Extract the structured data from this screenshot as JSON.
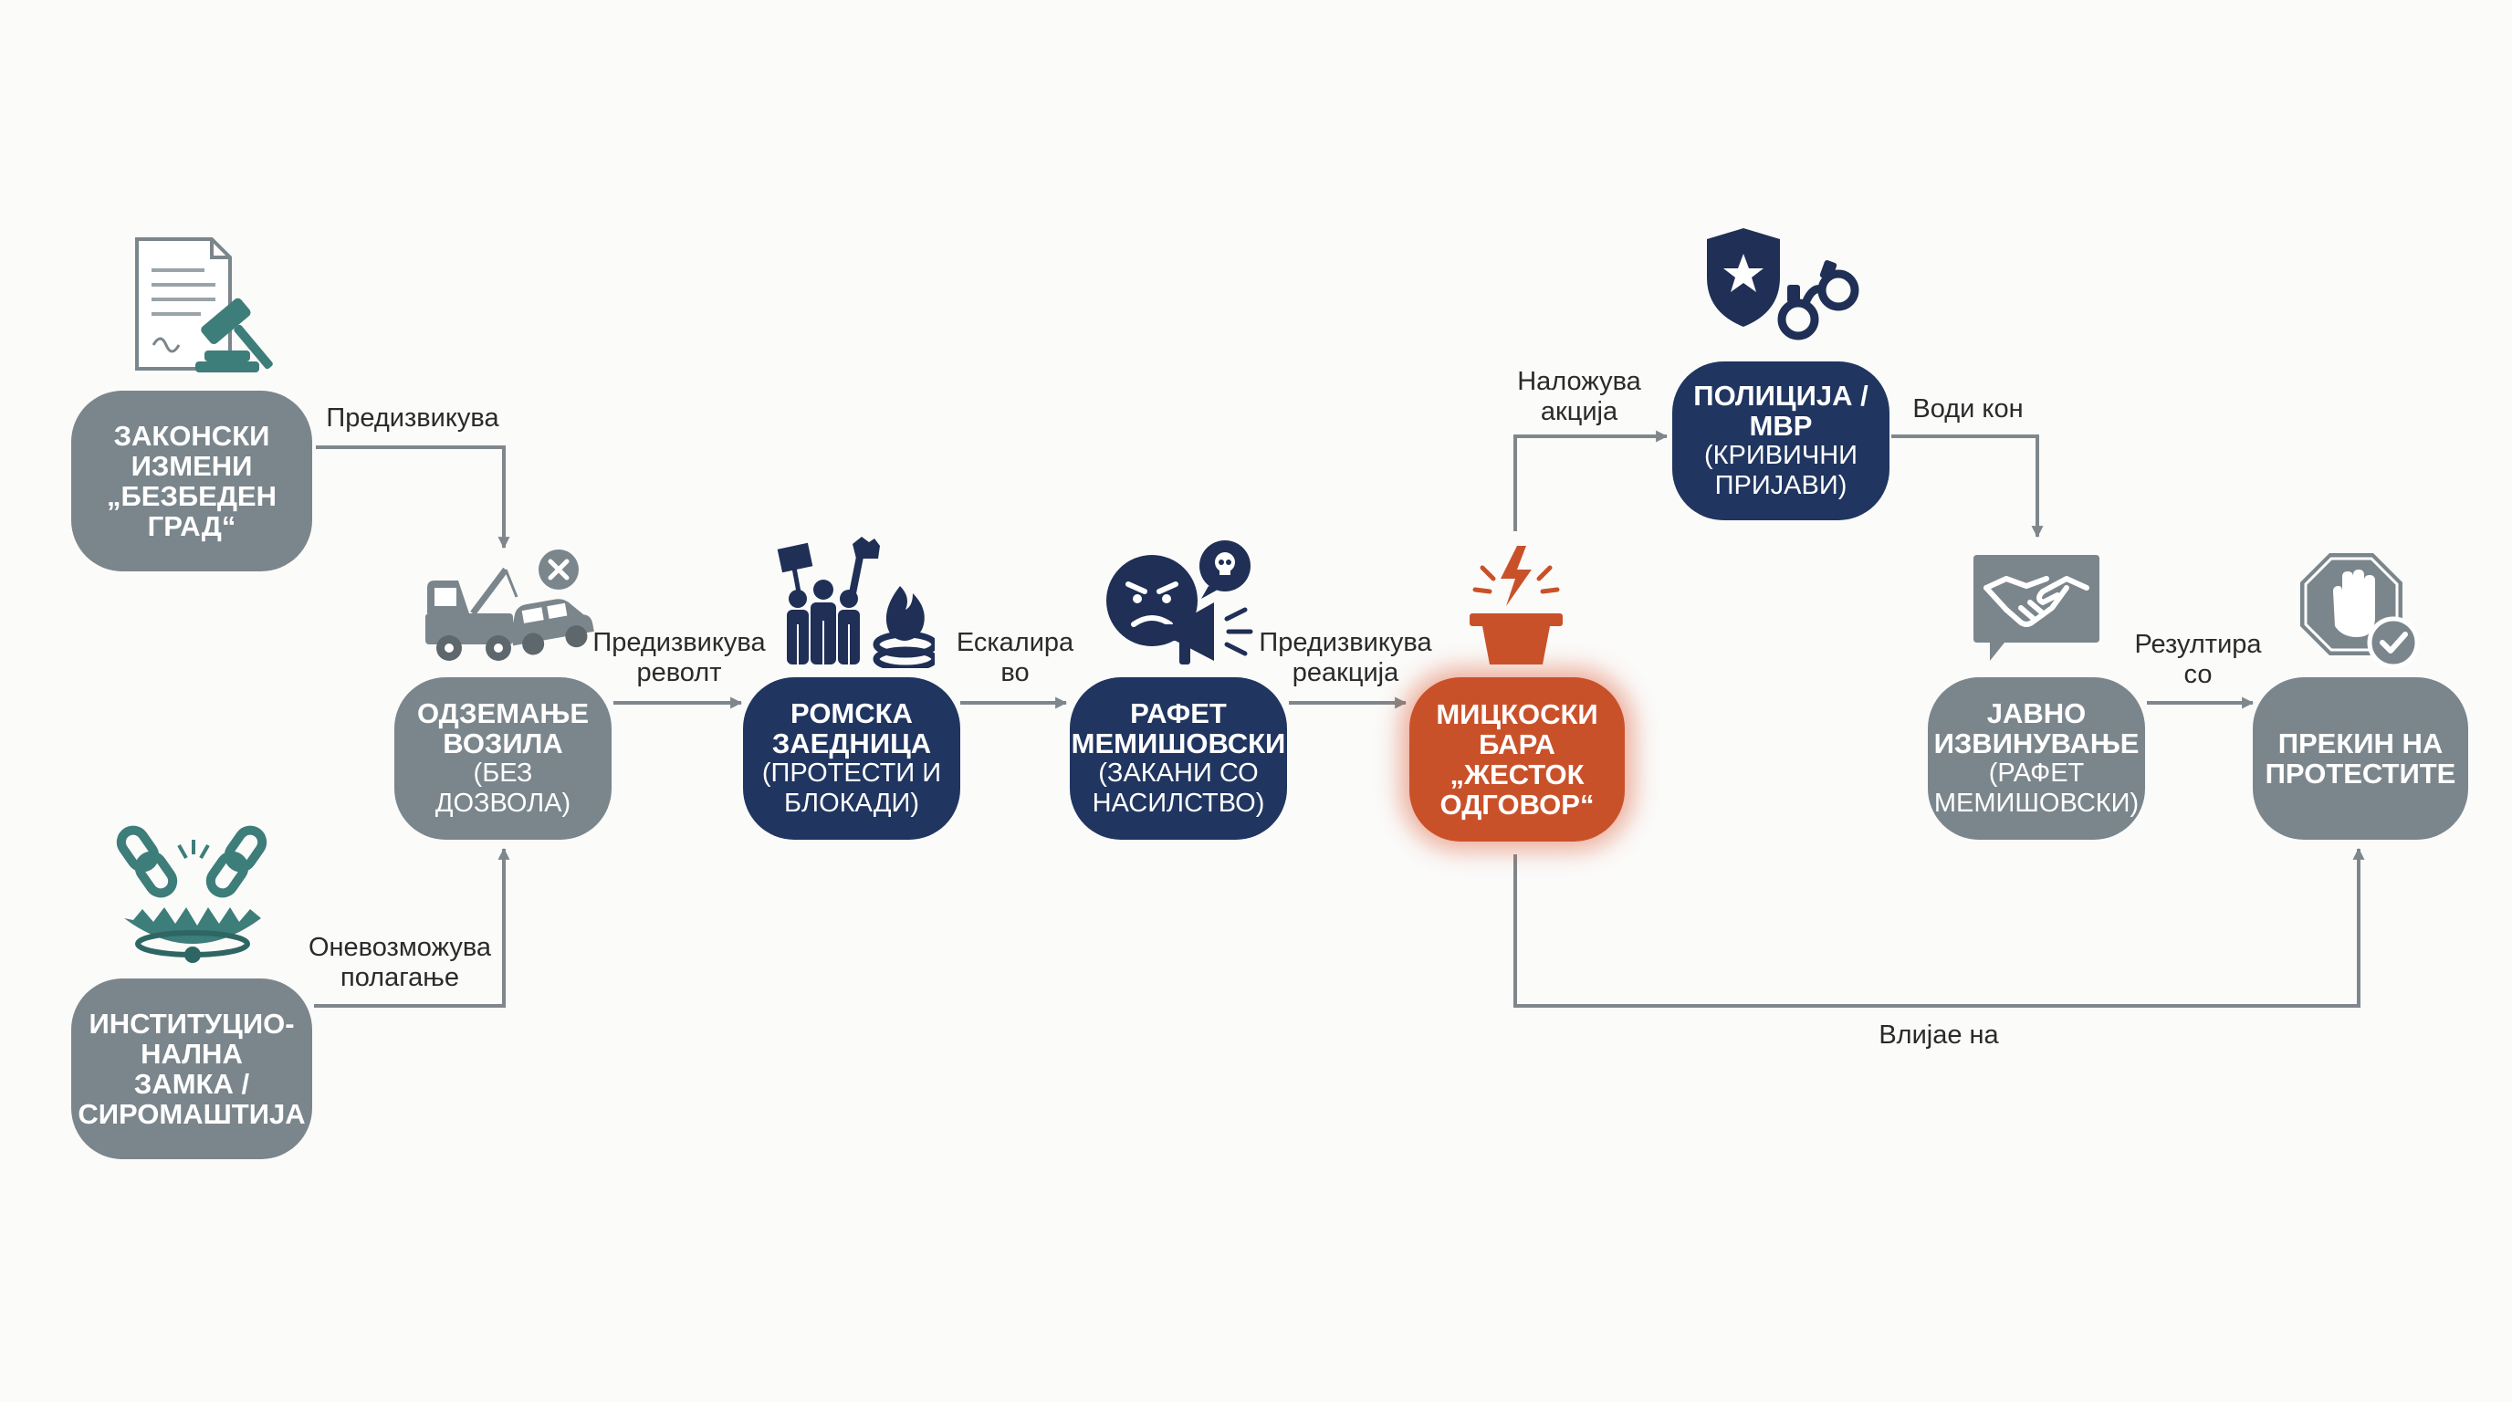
{
  "colors": {
    "gray": "#7b868c",
    "navy": "#203560",
    "orange": "#c9512a",
    "teal": "#3d7d7a",
    "arrow": "#7f878c",
    "text": "#2a2a2a"
  },
  "nodes": {
    "laws": {
      "title": "ЗАКОНСКИ ИЗМЕНИ „БЕЗБЕДЕН ГРАД“",
      "lines": [
        "ЗАКОНСКИ",
        "ИЗМЕНИ",
        "„БЕЗБЕДЕН",
        "ГРАД“"
      ]
    },
    "trap": {
      "lines": [
        "ИНСТИТУЦИО-",
        "НАЛНА",
        "ЗАМКА /",
        "СИРОМАШТИЈА"
      ]
    },
    "seizure": {
      "lines": [
        "ОДЗЕМАЊЕ",
        "ВОЗИЛА"
      ],
      "sub": [
        "(БЕЗ ДОЗВОЛА)"
      ]
    },
    "roma": {
      "lines": [
        "РОМСКА",
        "ЗАЕДНИЦА"
      ],
      "sub": [
        "(ПРОТЕСТИ И",
        "БЛОКАДИ)"
      ]
    },
    "rafet": {
      "lines": [
        "РАФЕТ",
        "МЕМИШОВСКИ"
      ],
      "sub": [
        "(ЗАКАНИ СО",
        "НАСИЛСТВО)"
      ]
    },
    "mickoski": {
      "lines": [
        "МИЦКОСКИ",
        "БАРА",
        "„ЖЕСТОК",
        "ОДГОВОР“"
      ]
    },
    "police": {
      "lines": [
        "ПОЛИЦИЈА /",
        "МВР"
      ],
      "sub": [
        "(КРИВИЧНИ",
        "ПРИЈАВИ)"
      ]
    },
    "apology": {
      "lines": [
        "ЈАВНО",
        "ИЗВИНУВАЊЕ"
      ],
      "sub": [
        "(РАФЕТ",
        "МЕМИШОВСКИ)"
      ]
    },
    "end": {
      "lines": [
        "ПРЕКИН НА",
        "ПРОТЕСТИТЕ"
      ]
    }
  },
  "edges": {
    "laws_to_seizure": [
      "Предизвикува"
    ],
    "trap_to_seizure": [
      "Оневозможува",
      "полагање"
    ],
    "seizure_to_roma": [
      "Предизвикува",
      "револт"
    ],
    "roma_to_rafet": [
      "Ескалира",
      "во"
    ],
    "rafet_to_mickoski": [
      "Предизвикува",
      "реакција"
    ],
    "mickoski_to_police": [
      "Наложува",
      "акција"
    ],
    "police_to_apology": [
      "Води кон"
    ],
    "apology_to_end": [
      "Резултира",
      "со"
    ],
    "mickoski_to_end": [
      "Влијае на"
    ]
  },
  "icons": {
    "laws": "document-gavel-icon",
    "trap": "broken-chain-trap-icon",
    "seizure": "tow-truck-icon",
    "roma": "protest-crowd-icon",
    "rafet": "angry-face-megaphone-icon",
    "mickoski": "podium-lightning-icon",
    "police": "police-badge-handcuffs-icon",
    "apology": "handshake-icon",
    "end": "stop-hand-check-icon"
  }
}
